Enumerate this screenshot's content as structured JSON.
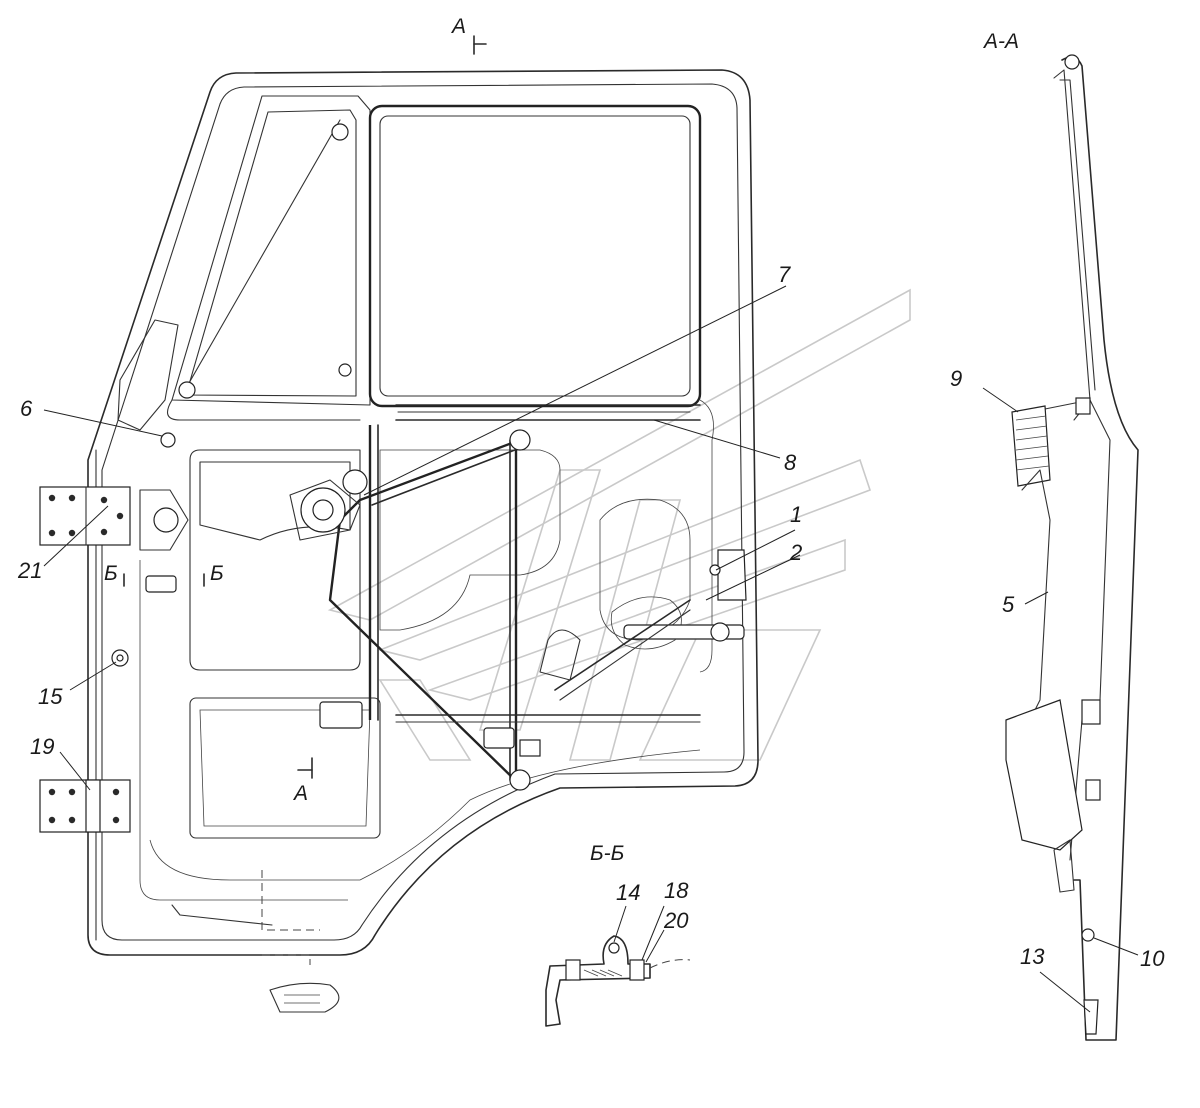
{
  "sections": {
    "a_top": "A",
    "a_bottom": "A",
    "aa_view": "A-A",
    "b_left": "Б",
    "b_right": "Б",
    "bb_view": "Б-Б"
  },
  "labels": {
    "n1": "1",
    "n2": "2",
    "n5": "5",
    "n6": "6",
    "n7": "7",
    "n8": "8",
    "n9": "9",
    "n10": "10",
    "n13": "13",
    "n14": "14",
    "n15": "15",
    "n18": "18",
    "n19": "19",
    "n20": "20",
    "n21": "21"
  },
  "colors": {
    "line": "#2a2a2a",
    "watermark": "#c9c9c9",
    "background": "#ffffff"
  }
}
